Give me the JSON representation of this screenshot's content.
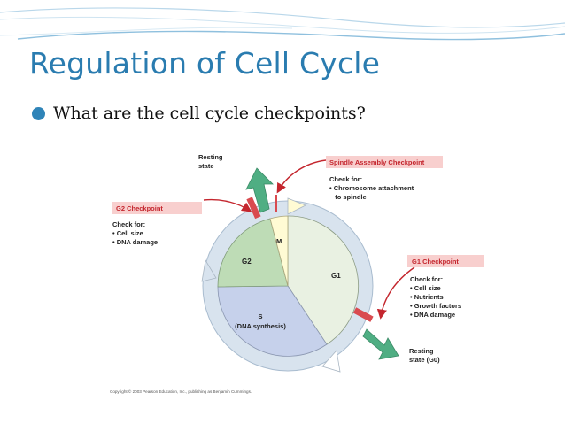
{
  "slide": {
    "title": "Regulation of Cell Cycle",
    "bullet": "What are the cell cycle checkpoints?"
  },
  "diagram": {
    "phases": {
      "m": "M",
      "g2": "G2",
      "g1": "G1",
      "s_line1": "S",
      "s_line2": "(DNA synthesis)"
    },
    "resting_state_top": [
      "Resting",
      "state"
    ],
    "resting_state_g0": [
      "Resting",
      "state (G0)"
    ],
    "spindle_checkpoint": {
      "title": "Spindle Assembly Checkpoint",
      "check_for": "Check for:",
      "items": [
        "• Chromosome attachment",
        "   to spindle"
      ]
    },
    "g2_checkpoint": {
      "title": "G2 Checkpoint",
      "check_for": "Check for:",
      "items": [
        "• Cell size",
        "• DNA damage"
      ]
    },
    "g1_checkpoint": {
      "title": "G1 Checkpoint",
      "check_for": "Check for:",
      "items": [
        "• Cell size",
        "• Nutrients",
        "• Growth factors",
        "• DNA damage"
      ]
    },
    "copyright": "Copyright © 2003 Pearson Education, Inc., publishing as Benjamin Cummings.",
    "colors": {
      "title_blue": "#2a7cb0",
      "ring": "#d8e3ee",
      "g1": "#e9f1e2",
      "g2": "#bedcb6",
      "m": "#fffbd4",
      "s": "#c6d1eb",
      "checkpoint_box": "#f8cfce",
      "checkpoint_text": "#c4262e",
      "marker": "#d94a4f",
      "resting_arrow": "#4fae83"
    }
  }
}
